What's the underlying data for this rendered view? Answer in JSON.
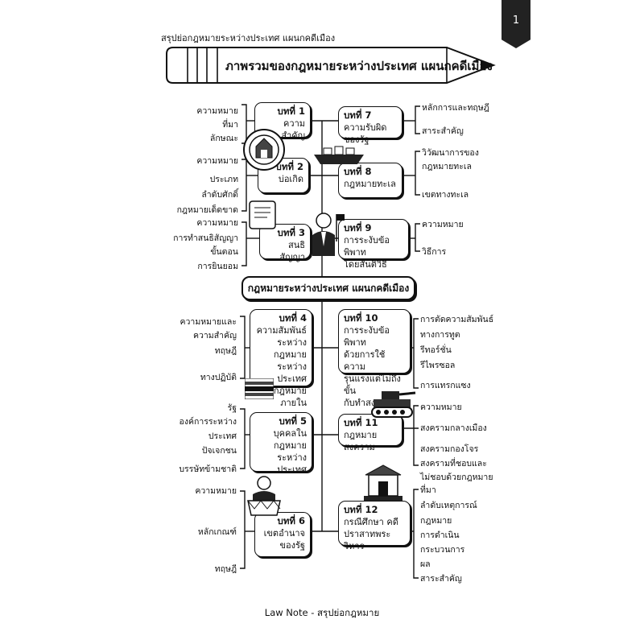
{
  "header": {
    "subtitle": "สรุปย่อกฎหมายระหว่างประเทศ แผนกคดีเมือง",
    "page_number": "1"
  },
  "title": "ภาพรวมของกฎหมายระหว่างประเทศ แผนกคดีเมือง",
  "center_title": "กฎหมายระหว่างประเทศ แผนกคดีเมือง",
  "chapters": {
    "c1": {
      "head": "บทที่ 1",
      "lines": [
        "ความสำคัญ"
      ],
      "labels": [
        "ความหมาย",
        "ที่มา",
        "ลักษณะ"
      ]
    },
    "c2": {
      "head": "บทที่ 2",
      "lines": [
        "บ่อเกิด"
      ],
      "labels": [
        "ความหมาย",
        "ประเภท",
        "ลำดับศักดิ์",
        "กฎหมายเด็ดขาด"
      ]
    },
    "c3": {
      "head": "บทที่ 3",
      "lines": [
        "สนธิสัญญา"
      ],
      "labels": [
        "ความหมาย",
        "การทำสนธิสัญญา",
        "ขั้นตอน",
        "การยินยอม"
      ]
    },
    "c4": {
      "head": "บทที่ 4",
      "lines": [
        "ความสัมพันธ์",
        "ระหว่างกฎหมาย",
        "ระหว่างประเทศ",
        "กับกฎหมาย",
        "ภายใน"
      ],
      "labels": [
        "ความหมายและ",
        "ความสำคัญ",
        "ทฤษฎี",
        "ทางปฏิบัติ"
      ]
    },
    "c5": {
      "head": "บทที่ 5",
      "lines": [
        "บุคคลใน",
        "กฎหมาย",
        "ระหว่างประเทศ"
      ],
      "labels": [
        "รัฐ",
        "องค์การระหว่าง",
        "ประเทศ",
        "ปัจเจกชน",
        "บรรษัทข้ามชาติ"
      ]
    },
    "c6": {
      "head": "บทที่ 6",
      "lines": [
        "เขตอำนาจ",
        "ของรัฐ"
      ],
      "labels": [
        "ความหมาย",
        "หลักเกณฑ์",
        "ทฤษฎี"
      ]
    },
    "c7": {
      "head": "บทที่ 7",
      "lines": [
        "ความรับผิดของรัฐ"
      ],
      "labels": [
        "หลักการและทฤษฎี",
        "สาระสำคัญ"
      ]
    },
    "c8": {
      "head": "บทที่ 8",
      "lines": [
        "กฎหมายทะเล"
      ],
      "labels": [
        "วิวัฒนาการของ",
        "กฎหมายทะเล",
        "เขตทางทะเล"
      ]
    },
    "c9": {
      "head": "บทที่ 9",
      "lines": [
        "การระงับข้อพิพาท",
        "โดยสันติวิธี"
      ],
      "labels": [
        "ความหมาย",
        "วิธีการ"
      ]
    },
    "c10": {
      "head": "บทที่ 10",
      "lines": [
        "การระงับข้อพิพาท",
        "ด้วยการใช้ความ",
        "รุนแรงแต่ไม่ถึงขั้น",
        "กับทำสงคราม"
      ],
      "labels": [
        "การตัดความสัมพันธ์",
        "ทางการทูต",
        "รีทอร์ชั่น",
        "รีไพรซอล",
        "การแทรกแซง"
      ]
    },
    "c11": {
      "head": "บทที่ 11",
      "lines": [
        "กฎหมายสงคราม"
      ],
      "labels": [
        "ความหมาย",
        "สงครามกลางเมือง",
        "สงครามกองโจร",
        "สงครามที่ชอบและ",
        "ไม่ชอบด้วยกฎหมาย"
      ]
    },
    "c12": {
      "head": "บทที่ 12",
      "lines": [
        "กรณีศึกษา คดี",
        "ปราสาทพระวิหาร"
      ],
      "labels": [
        "ที่มา",
        "ลำดับเหตุการณ์",
        "กฎหมาย",
        "การดำเนิน",
        "กระบวนการ",
        "ผล",
        "สาระสำคัญ"
      ]
    }
  },
  "footer": "Law Note - สรุปย่อกฎหมาย",
  "icons": [
    "pencil-icon",
    "seal-emblem-icon",
    "scroll-icon",
    "diplomat-icon",
    "ship-icon",
    "flag-icon",
    "soldier-icon",
    "tank-icon",
    "temple-icon"
  ]
}
